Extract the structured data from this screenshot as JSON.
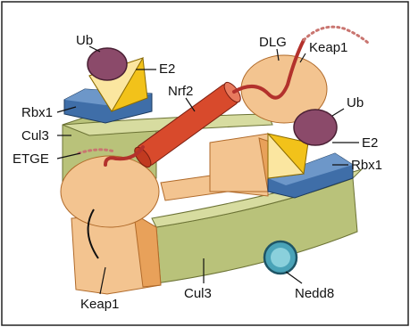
{
  "labels": {
    "ub_top": "Ub",
    "e2_top": "E2",
    "rbx1_left": "Rbx1",
    "cul3_left": "Cul3",
    "etge": "ETGE",
    "nrf2": "Nrf2",
    "dlg": "DLG",
    "keap1_top": "Keap1",
    "ub_right": "Ub",
    "e2_right": "E2",
    "rbx1_right": "Rbx1",
    "keap1_bottom": "Keap1",
    "cul3_bottom": "Cul3",
    "nedd8": "Nedd8"
  },
  "colors": {
    "keap1": "#f3c490",
    "keap1_dark": "#e8a15a",
    "cul3": "#b9c27a",
    "cul3_dark": "#8f9a4f",
    "rbx1": "#3f6ea8",
    "e2_yellow": "#f2c21a",
    "e2_light": "#fbe6a0",
    "ub": "#8b4a6a",
    "nrf2": "#d84a2c",
    "nedd8": "#4aa3b8",
    "peptide": "#b3312c"
  }
}
